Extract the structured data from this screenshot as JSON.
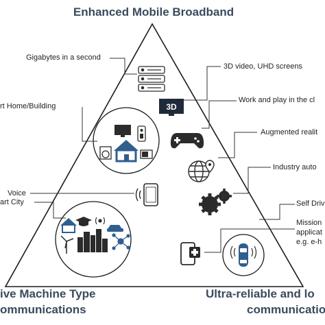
{
  "corners": {
    "top": "Enhanced Mobile Broadband",
    "bottom_left_line1": "ive Machine Type",
    "bottom_left_line2": "ommunications",
    "bottom_right_line1": "Ultra-reliable and lo",
    "bottom_right_line2": "communicatio"
  },
  "labels": {
    "gigabytes": "Gigabytes in a second",
    "video": "3D video, UHD screens",
    "work_play": "Work and play in the cl",
    "smart_home": "rt Home/Building",
    "augmented": "Augmented realit",
    "industry": "Industry auto",
    "voice": "Voice",
    "self_driving": "Self Driv",
    "smart_city": "art City",
    "mission_1": "Mission",
    "mission_2": "applicat",
    "mission_3": "e.g. e-h"
  },
  "icons": {
    "threed_text": "3D",
    "server": "server-stack-icon",
    "display": "3d-display-icon",
    "gamepad": "gamepad-icon",
    "globe": "globe-pin-icon",
    "gears": "gears-icon",
    "phone": "smartphone-voice-icon",
    "phone_plus": "phone-health-icon",
    "car": "autonomous-car-icon",
    "house": "smart-house-icon",
    "city": "city-skyline-icon",
    "tv": "tv-icon",
    "remote": "remote-icon",
    "washer": "washer-icon",
    "microwave": "microwave-icon",
    "wind": "wind-turbine-icon",
    "network": "network-hub-icon",
    "graduation": "graduation-cap-icon",
    "sensor": "sensor-waves-icon",
    "smallcar": "small-car-icon"
  },
  "colors": {
    "title": "#3b4a5e",
    "line": "#333333",
    "icon": "#2b2b2b",
    "accent": "#2f5f8f"
  }
}
